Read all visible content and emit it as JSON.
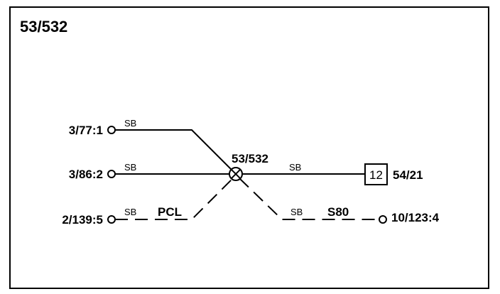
{
  "title": "53/532",
  "splice": {
    "label": "53/532"
  },
  "terminals": [
    {
      "id": "t1",
      "label": "3/77:1"
    },
    {
      "id": "t2",
      "label": "3/86:2"
    },
    {
      "id": "t3",
      "label": "2/139:5"
    },
    {
      "id": "t4",
      "label": "10/123:4"
    }
  ],
  "wires": [
    {
      "id": "w1",
      "tag": "SB",
      "name": "",
      "style": "solid"
    },
    {
      "id": "w2",
      "tag": "SB",
      "name": "",
      "style": "solid"
    },
    {
      "id": "w3",
      "tag": "SB",
      "name": "PCL",
      "style": "dashed"
    },
    {
      "id": "w4",
      "tag": "SB",
      "name": "",
      "style": "solid"
    },
    {
      "id": "w5",
      "tag": "SB",
      "name": "S80",
      "style": "dashed"
    }
  ],
  "connector": {
    "number": "12",
    "label": "54/21"
  },
  "colors": {
    "line": "#000000",
    "background": "#ffffff"
  }
}
